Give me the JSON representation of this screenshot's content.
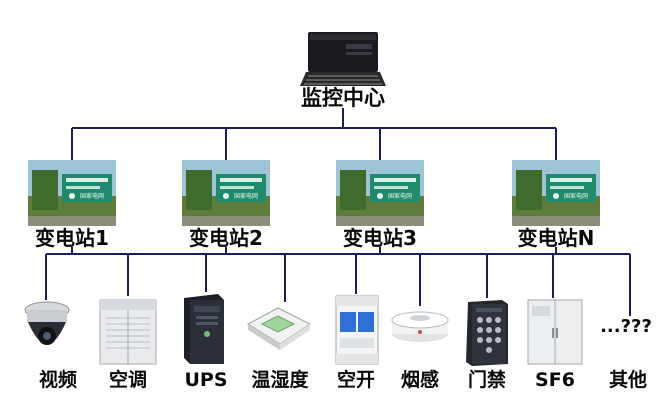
{
  "center": {
    "label": "监控中心",
    "icon": "computer-server-icon"
  },
  "stations": [
    {
      "label": "变电站1",
      "sign_title": "国家电网"
    },
    {
      "label": "变电站2",
      "sign_title": "国家电网"
    },
    {
      "label": "变电站3",
      "sign_title": "国家电网"
    },
    {
      "label": "变电站N",
      "sign_title": "国家电网"
    }
  ],
  "devices": [
    {
      "label": "视频",
      "icon": "dome-camera-icon"
    },
    {
      "label": "空调",
      "icon": "air-conditioner-icon"
    },
    {
      "label": "UPS",
      "icon": "ups-tower-icon"
    },
    {
      "label": "温湿度",
      "icon": "humidity-sensor-icon"
    },
    {
      "label": "空开",
      "icon": "circuit-breaker-icon"
    },
    {
      "label": "烟感",
      "icon": "smoke-detector-icon"
    },
    {
      "label": "门禁",
      "icon": "keypad-access-icon"
    },
    {
      "label": "SF6",
      "icon": "sf6-cabinet-icon"
    },
    {
      "label": "其他",
      "icon": "",
      "extra": "...???"
    }
  ],
  "colors": {
    "line": "#1a1f5c",
    "text": "#0a0a0a"
  }
}
